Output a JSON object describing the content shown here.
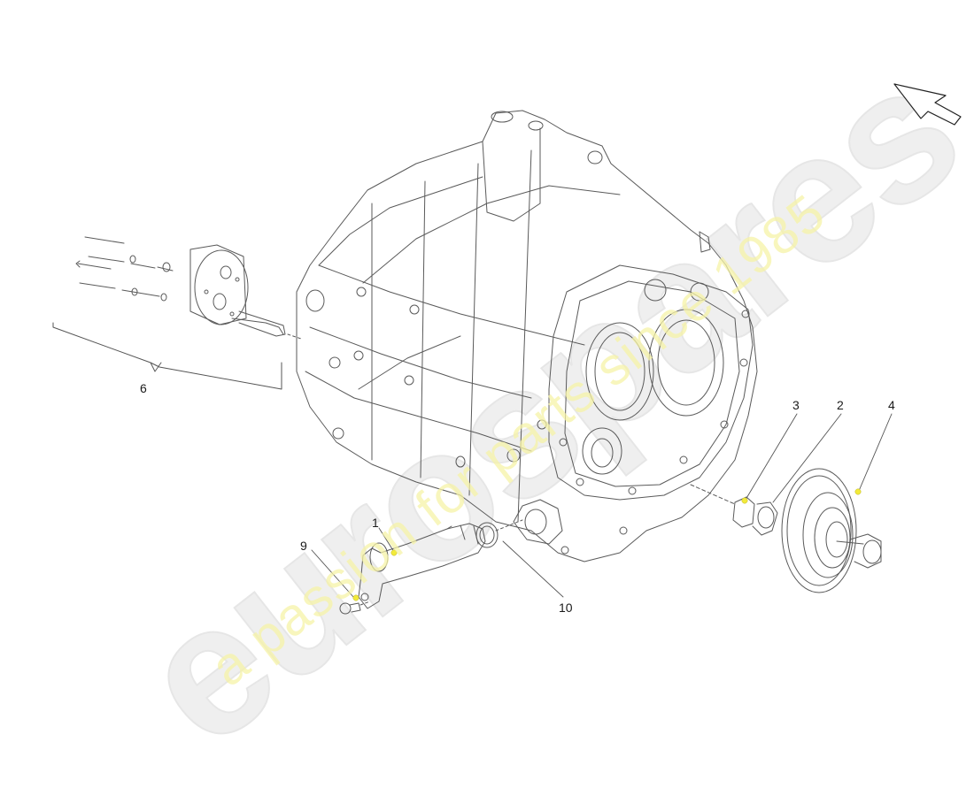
{
  "diagram": {
    "type": "exploded-parts-view",
    "subject": "gearbox housing assembly",
    "watermark": {
      "logo_text": "eurospares",
      "tagline": "a passion for parts since 1985",
      "logo_color": "#e6e6e6",
      "tagline_color": "#f6f3a8"
    },
    "callouts": [
      {
        "id": "1",
        "label": "1"
      },
      {
        "id": "2",
        "label": "2"
      },
      {
        "id": "3",
        "label": "3"
      },
      {
        "id": "4",
        "label": "4"
      },
      {
        "id": "6",
        "label": "6"
      },
      {
        "id": "9",
        "label": "9"
      },
      {
        "id": "10",
        "label": "10"
      }
    ],
    "marker_color": "#f2ea3a",
    "line_color": "#555555",
    "direction_arrow": "arrow-pointing-up-left"
  }
}
